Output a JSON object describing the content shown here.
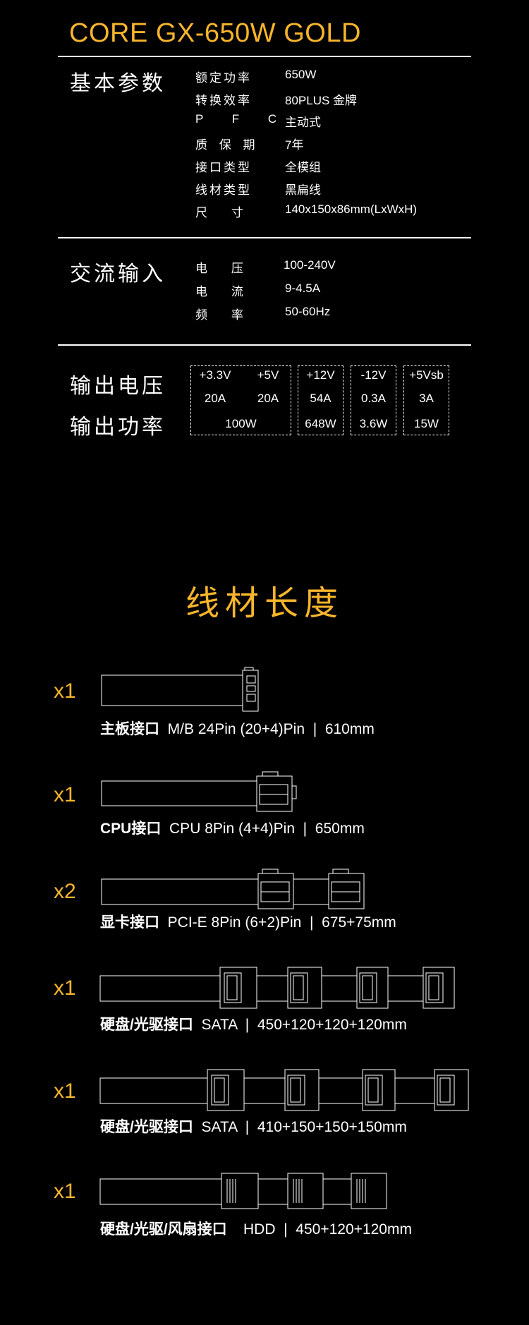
{
  "product_title": "CORE GX-650W GOLD",
  "basic": {
    "label": "基本参数",
    "rows": [
      {
        "k": "额定功率",
        "v": "650W"
      },
      {
        "k": "转换效率",
        "v": "80PLUS 金牌"
      },
      {
        "k": "P F C",
        "v": "主动式"
      },
      {
        "k": "质 保 期",
        "v": "7年"
      },
      {
        "k": "接口类型",
        "v": "全模组"
      },
      {
        "k": "线材类型",
        "v": "黑扁线"
      },
      {
        "k": "尺    寸",
        "v": "140x150x86mm(LxWxH)"
      }
    ]
  },
  "ac": {
    "label": "交流输入",
    "rows": [
      {
        "k": "电    压",
        "v": "100-240V"
      },
      {
        "k": "电    流",
        "v": "9-4.5A"
      },
      {
        "k": "频    率",
        "v": "50-60Hz"
      }
    ]
  },
  "output": {
    "label_voltage": "输出电压",
    "label_power": "输出功率",
    "groups": [
      {
        "rails": [
          "+3.3V",
          "+5V"
        ],
        "currents": [
          "20A",
          "20A"
        ],
        "power": "100W"
      },
      {
        "rails": [
          "+12V"
        ],
        "currents": [
          "54A"
        ],
        "power": "648W"
      },
      {
        "rails": [
          "-12V"
        ],
        "currents": [
          "0.3A"
        ],
        "power": "3.6W"
      },
      {
        "rails": [
          "+5Vsb"
        ],
        "currents": [
          "3A"
        ],
        "power": "15W"
      }
    ]
  },
  "cables_title": "线材长度",
  "cables": [
    {
      "qty": "x1",
      "name": "主板接口",
      "spec": "M/B 24Pin (20+4)Pin  |  610mm"
    },
    {
      "qty": "x1",
      "name": "CPU接口",
      "spec": "CPU 8Pin (4+4)Pin  |  650mm"
    },
    {
      "qty": "x2",
      "name": "显卡接口",
      "spec": "PCI-E 8Pin (6+2)Pin  |  675+75mm"
    },
    {
      "qty": "x1",
      "name": "硬盘/光驱接口",
      "spec": "SATA  |  450+120+120+120mm"
    },
    {
      "qty": "x1",
      "name": "硬盘/光驱接口",
      "spec": "SATA  |  410+150+150+150mm"
    },
    {
      "qty": "x1",
      "name": "硬盘/光驱/风扇接口",
      "spec": "HDD  |  450+120+120mm"
    }
  ],
  "colors": {
    "accent": "#f7b52c",
    "background": "#000000",
    "foreground": "#ffffff"
  }
}
